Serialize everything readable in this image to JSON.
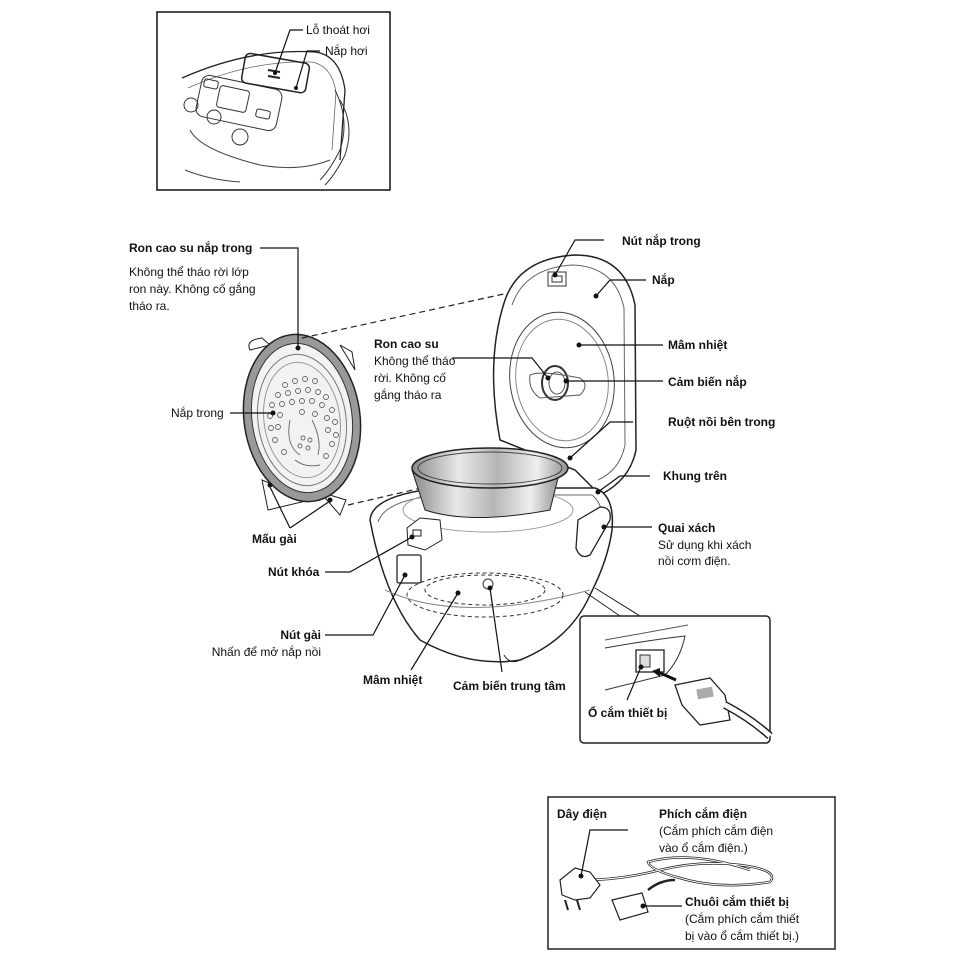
{
  "top_inset": {
    "steam_vent": "Lỗ thoát hơi",
    "steam_cap": "Nắp hơi"
  },
  "main": {
    "inner_lid_gasket": {
      "title": "Ron cao su nắp trong",
      "note": [
        "Không thể tháo rời lớp",
        "ron này. Không cố gắng",
        "tháo ra."
      ]
    },
    "inner_lid": "Nắp trong",
    "hooks": "Mấu gài",
    "rubber_gasket": {
      "title": "Ron cao su",
      "note": [
        "Không thể tháo",
        "rời. Không cố",
        "gắng tháo ra"
      ]
    },
    "inner_lid_button": "Nút nắp trong",
    "lid": "Nắp",
    "heating_plate_lid": "Mâm nhiệt",
    "lid_sensor": "Cảm biến nắp",
    "inner_pot": "Ruột nồi bên trong",
    "upper_frame": "Khung trên",
    "handle": {
      "title": "Quai xách",
      "note": [
        "Sử dụng khi xách",
        "nồi cơm điện."
      ]
    },
    "lock_button": "Nút khóa",
    "latch_button": {
      "title": "Nút gài",
      "note": "Nhấn để mở nắp nồi"
    },
    "heating_plate": "Mâm nhiệt",
    "center_sensor": "Cảm biến trung tâm"
  },
  "socket_inset": {
    "appliance_socket": "Ổ cắm thiết bị"
  },
  "cord_box": {
    "cord": "Dây điện",
    "plug": {
      "title": "Phích cắm điện",
      "note": [
        "(Cắm phích cắm điện",
        "vào ổ cắm điện.)"
      ]
    },
    "appliance_plug": {
      "title": "Chuôi cắm thiết bị",
      "note": [
        "(Cắm phích cắm thiết",
        "bị vào ổ cắm thiết bị.)"
      ]
    }
  }
}
